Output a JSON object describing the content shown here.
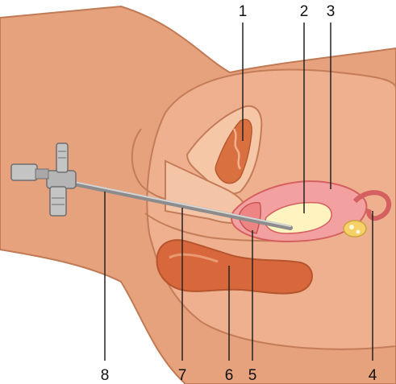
{
  "labels": {
    "top": [
      "1",
      "2",
      "3"
    ],
    "bottom": [
      "8",
      "7",
      "6",
      "5",
      "4"
    ]
  },
  "colors": {
    "skin": "#e6a17d",
    "skin_light": "#f3c4a5",
    "skin_dark": "#cc7e5a",
    "outline": "#b86a47",
    "pink": "#f3a0a0",
    "pink_dark": "#e06a6a",
    "cavity": "#fff3c0",
    "rectum": "#d8683c",
    "instrument": "#a9a9a9",
    "instrument_dark": "#6e6e6e",
    "leader": "#222222"
  }
}
